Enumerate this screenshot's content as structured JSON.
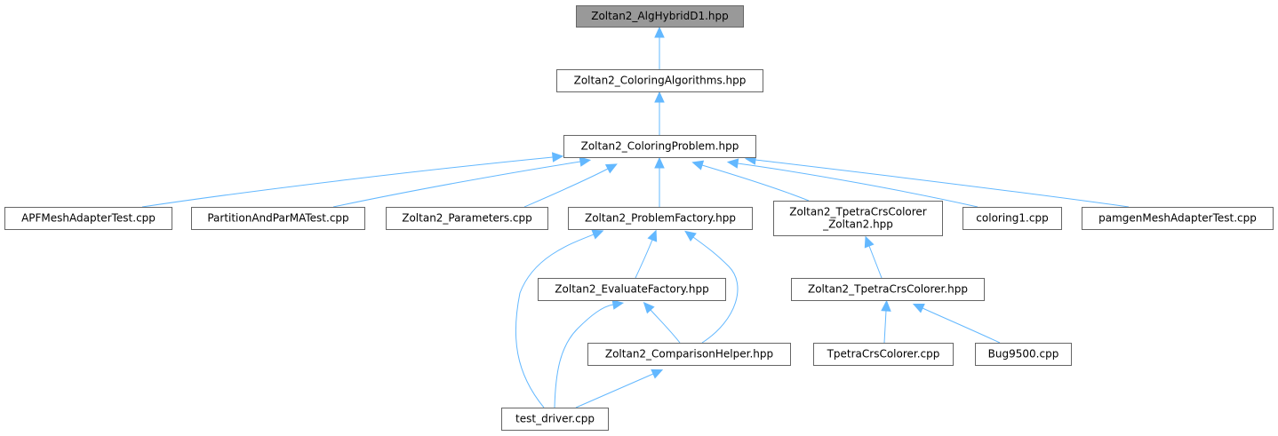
{
  "diagram": {
    "type": "include-dependency-graph",
    "colors": {
      "edge": "#63b8ff",
      "border": "#666666",
      "root_fill": "#999999",
      "node_fill": "#ffffff"
    },
    "nodes": [
      {
        "id": "alghybrid",
        "lines": [
          "Zoltan2_AlgHybridD1.hpp"
        ],
        "root": true
      },
      {
        "id": "coloringalgs",
        "lines": [
          "Zoltan2_ColoringAlgorithms.hpp"
        ]
      },
      {
        "id": "coloringproblem",
        "lines": [
          "Zoltan2_ColoringProblem.hpp"
        ]
      },
      {
        "id": "apfmesh",
        "lines": [
          "APFMeshAdapterTest.cpp"
        ]
      },
      {
        "id": "partition",
        "lines": [
          "PartitionAndParMATest.cpp"
        ]
      },
      {
        "id": "parameters",
        "lines": [
          "Zoltan2_Parameters.cpp"
        ]
      },
      {
        "id": "problemfactory",
        "lines": [
          "Zoltan2_ProblemFactory.hpp"
        ]
      },
      {
        "id": "tpetrazoltan2",
        "lines": [
          "Zoltan2_TpetraCrsColorer",
          "_Zoltan2.hpp"
        ]
      },
      {
        "id": "coloring1",
        "lines": [
          "coloring1.cpp"
        ]
      },
      {
        "id": "pamgen",
        "lines": [
          "pamgenMeshAdapterTest.cpp"
        ]
      },
      {
        "id": "evaluatefactory",
        "lines": [
          "Zoltan2_EvaluateFactory.hpp"
        ]
      },
      {
        "id": "comparison",
        "lines": [
          "Zoltan2_ComparisonHelper.hpp"
        ]
      },
      {
        "id": "testdriver",
        "lines": [
          "test_driver.cpp"
        ]
      },
      {
        "id": "tpetracolorer",
        "lines": [
          "Zoltan2_TpetraCrsColorer.hpp"
        ]
      },
      {
        "id": "tpetracpp",
        "lines": [
          "TpetraCrsColorer.cpp"
        ]
      },
      {
        "id": "bug9500",
        "lines": [
          "Bug9500.cpp"
        ]
      }
    ],
    "edges": [
      {
        "from": "coloringalgs",
        "to": "alghybrid"
      },
      {
        "from": "coloringproblem",
        "to": "coloringalgs"
      },
      {
        "from": "apfmesh",
        "to": "coloringproblem"
      },
      {
        "from": "partition",
        "to": "coloringproblem"
      },
      {
        "from": "parameters",
        "to": "coloringproblem"
      },
      {
        "from": "problemfactory",
        "to": "coloringproblem"
      },
      {
        "from": "tpetrazoltan2",
        "to": "coloringproblem"
      },
      {
        "from": "coloring1",
        "to": "coloringproblem"
      },
      {
        "from": "pamgen",
        "to": "coloringproblem"
      },
      {
        "from": "evaluatefactory",
        "to": "problemfactory"
      },
      {
        "from": "comparison",
        "to": "problemfactory"
      },
      {
        "from": "testdriver",
        "to": "problemfactory"
      },
      {
        "from": "comparison",
        "to": "evaluatefactory"
      },
      {
        "from": "testdriver",
        "to": "evaluatefactory"
      },
      {
        "from": "testdriver",
        "to": "comparison"
      },
      {
        "from": "tpetracolorer",
        "to": "tpetrazoltan2"
      },
      {
        "from": "tpetracpp",
        "to": "tpetracolorer"
      },
      {
        "from": "bug9500",
        "to": "tpetracolorer"
      }
    ]
  }
}
